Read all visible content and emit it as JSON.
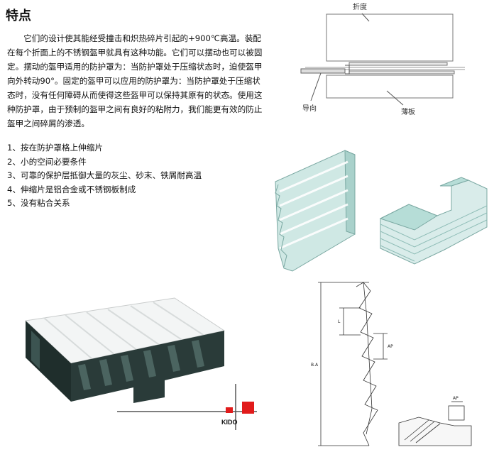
{
  "heading": "特点",
  "intro": "它们的设计使其能经受撞击和炽热碎片引起的+900℃高温。装配在每个折面上的不锈钢盔甲就具有这种功能。它们可以摆动也可以被固定。摆动的盔甲适用的防护罩为：当防护罩处于压缩状态时，迫使盔甲向外转动90°。固定的盔甲可以应用的防护罩为：当防护罩处于压缩状态时，没有任何障碍从而使得这些盔甲可以保持其原有的状态。使用这种防护罩，由于预制的盔甲之间有良好的粘附力，我们能更有效的防止盔甲之间碎屑的渗透。",
  "features": [
    "1、按在防护罩格上伸缩片",
    "2、小的空间必要条件",
    "3、可靠的保护层抵御大量的灰尘、砂末、铁屑耐高温",
    "4、伸缩片是铝合金或不锈钢板制成",
    "5、没有粘合关系"
  ],
  "diagram_section": {
    "label_top": "折度",
    "label_left": "导向",
    "label_right": "薄板"
  },
  "dimension_diagram": {
    "labels": [
      "L",
      "AP",
      "B.A",
      "AP"
    ]
  },
  "logo": {
    "text": "KIDO"
  },
  "colors": {
    "panel_light": "#d6ece9",
    "panel_mid": "#b9dcd7",
    "panel_edge": "#8fbdb7",
    "machine_top": "#f2f4f4",
    "machine_dark": "#223432",
    "logo_red": "#e11b1b"
  }
}
